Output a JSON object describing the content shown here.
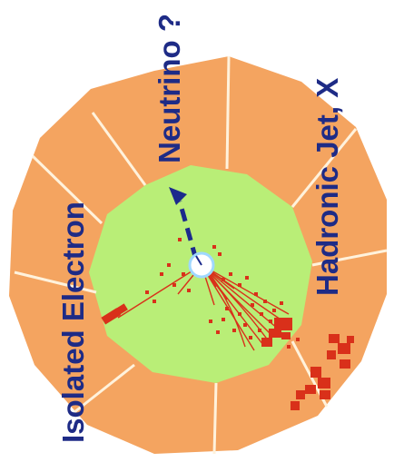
{
  "labels": {
    "neutrino": "Neutrino ?",
    "hadronic_jet": "Hadronic Jet, X",
    "isolated_electron": "Isolated Electron"
  },
  "colors": {
    "outer_calorimeter": "#f4a460",
    "inner_tracker": "#b9ee77",
    "segment_lines": "#fff2dc",
    "tracks_and_deposits": "#d9301a",
    "labels": "#1e2b86",
    "missing_momentum_arrow": "#1c2a8c",
    "vertex_ring": "#9fd8ff"
  }
}
